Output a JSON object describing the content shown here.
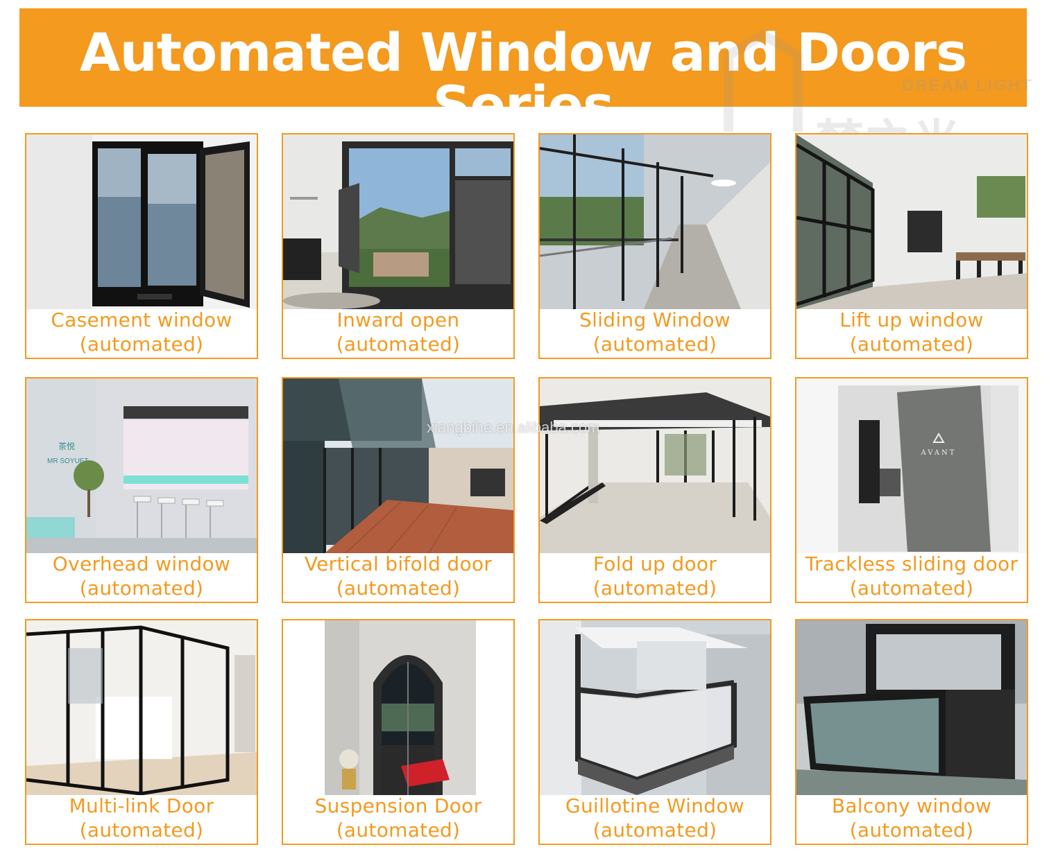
{
  "header": {
    "title": "Automated Window and Doors Series"
  },
  "watermark": {
    "brand_latin": "DREAM LIGHT",
    "brand_cjk": "梦之光",
    "site": "xiangbihe.en.alibaba.com"
  },
  "photo_text": {
    "shop_sign_cn": "茶悦",
    "shop_sign_en": "MR SOYUET",
    "door_logo": "AVANT"
  },
  "colors": {
    "accent": "#f39a1f",
    "caption": "#f39a1f"
  },
  "products": [
    {
      "name": "Casement window",
      "sub": "(automated)"
    },
    {
      "name": "Inward open",
      "sub": "(automated)"
    },
    {
      "name": "Sliding Window",
      "sub": "(automated)"
    },
    {
      "name": "Lift up window",
      "sub": "(automated)"
    },
    {
      "name": "Overhead window",
      "sub": "(automated)"
    },
    {
      "name": "Vertical bifold door",
      "sub": "(automated)"
    },
    {
      "name": "Fold up door",
      "sub": "(automated)"
    },
    {
      "name": "Trackless sliding door",
      "sub": "(automated)"
    },
    {
      "name": "Multi-link Door",
      "sub": "(automated)"
    },
    {
      "name": "Suspension Door",
      "sub": "(automated)"
    },
    {
      "name": "Guillotine Window",
      "sub": "(automated)"
    },
    {
      "name": "Balcony window",
      "sub": "(automated)"
    }
  ]
}
